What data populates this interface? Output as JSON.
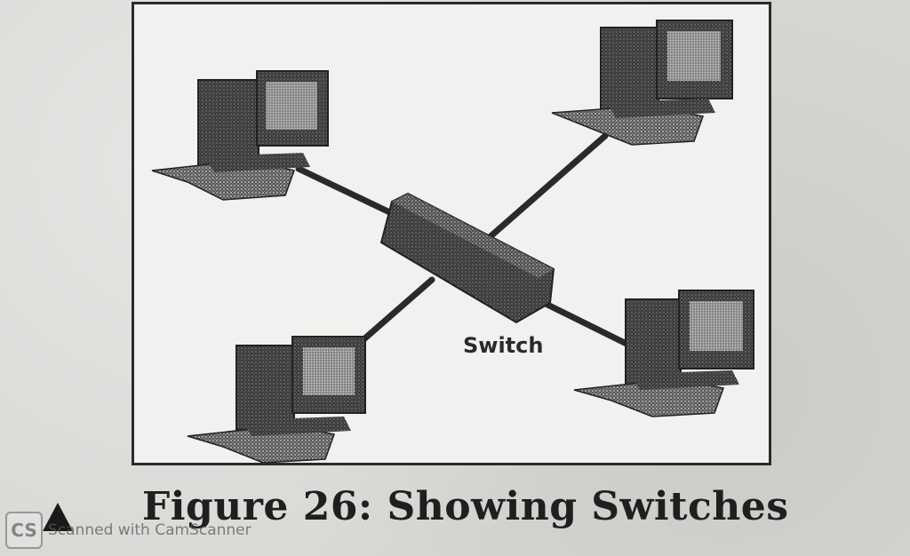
{
  "figure": {
    "caption": "Figure 26: Showing Switches",
    "switch_label": "Switch",
    "computers": [
      "computer-top-left",
      "computer-top-right",
      "computer-bottom-left",
      "computer-bottom-right"
    ]
  },
  "watermark": {
    "logo_text": "CS",
    "text": "Scanned with CamScanner"
  },
  "colors": {
    "ink": "#2b2b2b",
    "paper": "#f1f1ef",
    "page": "#d7d7d4"
  }
}
